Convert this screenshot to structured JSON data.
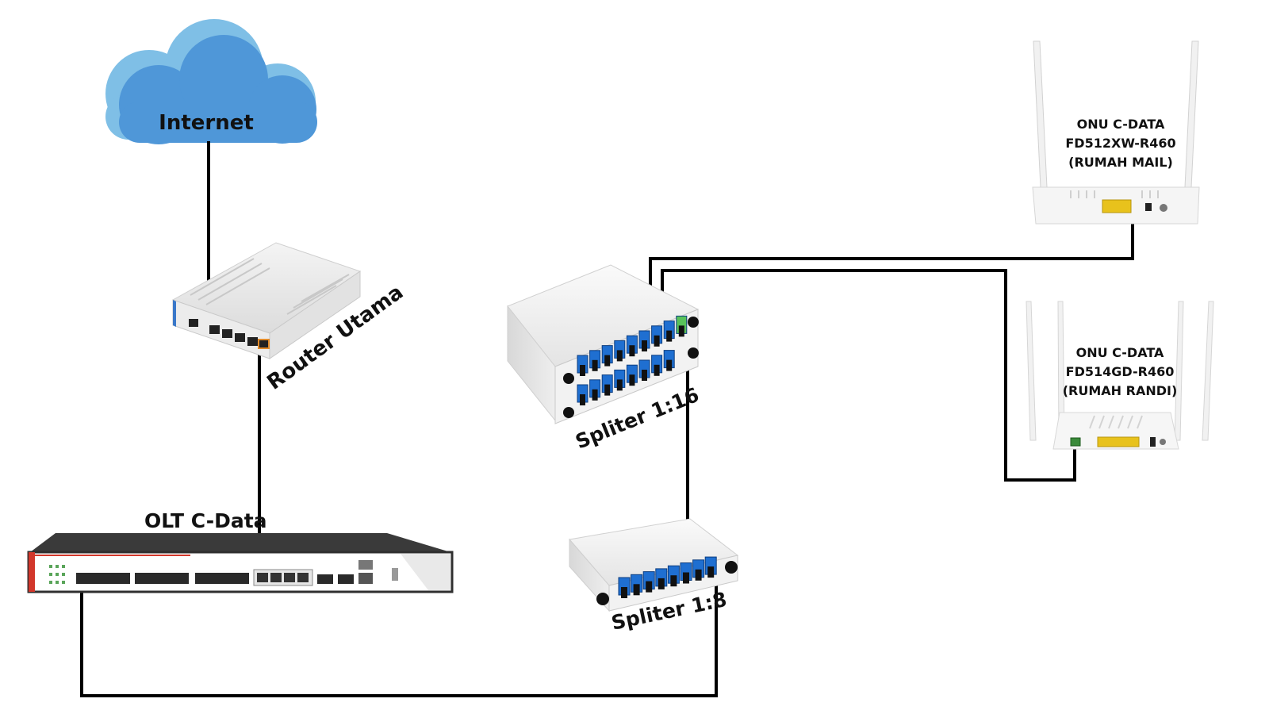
{
  "diagram": {
    "cloud_label": "Internet",
    "router_label": "Router Utama",
    "olt_label": "OLT C-Data",
    "splitter16_label": "Spliter 1:16",
    "splitter8_label": "Spliter 1:8",
    "onu1": {
      "line1": "ONU C-DATA",
      "line2": "FD512XW-R460",
      "line3": "(RUMAH MAIL)"
    },
    "onu2": {
      "line1": "ONU C-DATA",
      "line2": "FD514GD-R460",
      "line3": "(RUMAH RANDI)"
    }
  },
  "colors": {
    "cloud_light": "#7fbfe6",
    "cloud_dark": "#4f97d8",
    "cable": "#000000",
    "connector_blue": "#1f6fd1",
    "connector_green": "#58c25a",
    "rj45_yellow": "#e8c21c",
    "olt_dark": "#2f2f2f",
    "olt_red": "#d2372b"
  }
}
